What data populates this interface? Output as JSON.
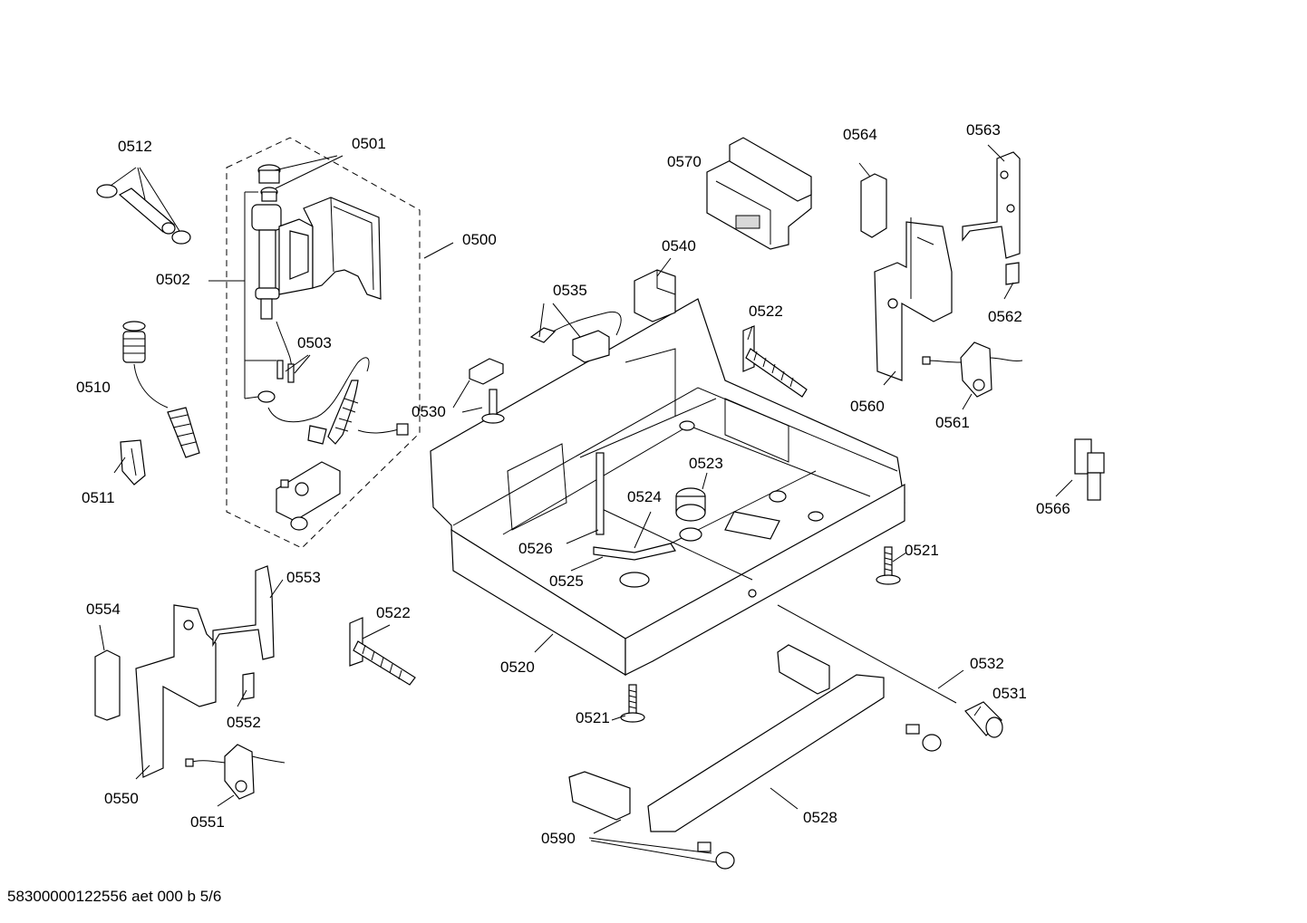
{
  "diagram": {
    "labels": {
      "l0500": "0500",
      "l0501": "0501",
      "l0502": "0502",
      "l0503": "0503",
      "l0510": "0510",
      "l0511": "0511",
      "l0512": "0512",
      "l0520": "0520",
      "l0521a": "0521",
      "l0521b": "0521",
      "l0522a": "0522",
      "l0522b": "0522",
      "l0523": "0523",
      "l0524": "0524",
      "l0525": "0525",
      "l0526": "0526",
      "l0528": "0528",
      "l0530": "0530",
      "l0531": "0531",
      "l0532": "0532",
      "l0535": "0535",
      "l0540": "0540",
      "l0550": "0550",
      "l0551": "0551",
      "l0552": "0552",
      "l0553": "0553",
      "l0554": "0554",
      "l0560": "0560",
      "l0561": "0561",
      "l0562": "0562",
      "l0563": "0563",
      "l0564": "0564",
      "l0566": "0566",
      "l0570": "0570",
      "l0590": "0590"
    }
  },
  "footer": {
    "drawing_id": "58300000122556 aet 000 b 5/6"
  }
}
